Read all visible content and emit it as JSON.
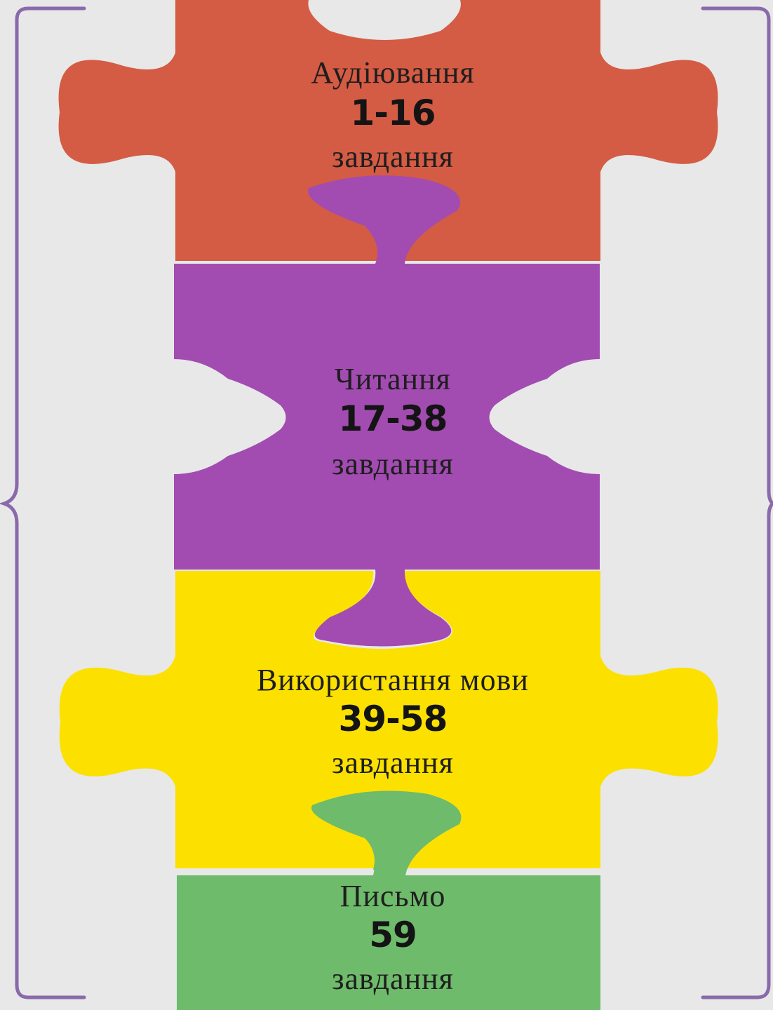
{
  "pieces": [
    {
      "key": "audio",
      "title": "Аудіювання",
      "range": "1-16",
      "unit": "завдання",
      "color": "#d45b44"
    },
    {
      "key": "reading",
      "title": "Читання",
      "range": "17-38",
      "unit": "завдання",
      "color": "#a24bb1"
    },
    {
      "key": "usage",
      "title": "Використання мови",
      "range": "39-58",
      "unit": "завдання",
      "color": "#fbe000"
    },
    {
      "key": "writing",
      "title": "Письмо",
      "range": "59",
      "unit": "завдання",
      "color": "#6ebb6c"
    }
  ],
  "colors": {
    "background": "#e8e8e8",
    "bracket": "#8a6aaa",
    "text": "#1e1e1e"
  }
}
